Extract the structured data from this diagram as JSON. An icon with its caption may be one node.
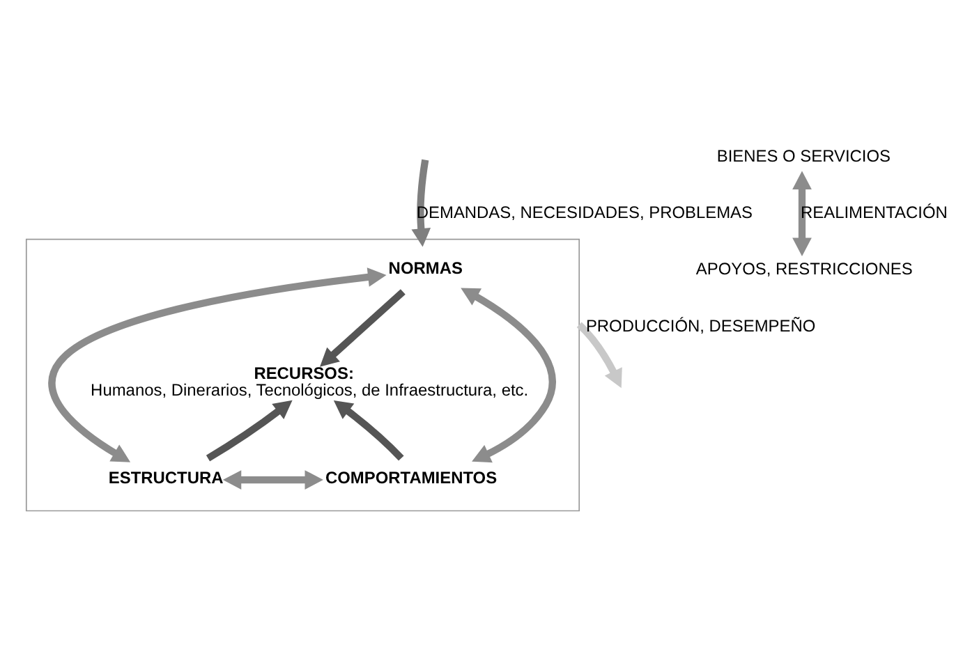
{
  "diagram": {
    "nodes": [
      {
        "text": [],
        "shape": "triangle"
      },
      {
        "text": [
          "NORMAS"
        ],
        "in": 0
      },
      {
        "text": [
          "RECURSOS:",
          "Humanos, Dinerarios, Tecnológicos, de Infraestructura, etc."
        ],
        "in": 0
      },
      {
        "text": [
          "ESTRUCTURA"
        ],
        "in": 0
      },
      {
        "text": [
          "COMPORTAMIENTOS"
        ],
        "in": 0
      },
      {
        "text": [
          "APOYOS, RESTRICCIONES"
        ]
      },
      {
        "text": [
          "BIENES O SERVICIOS"
        ]
      }
    ],
    "edges": [
      {
        "from": null,
        "to": 0,
        "arrow": "to",
        "label": "DEMANDAS, NECESIDADES, PROBLEMAS",
        "color": "#7f7f7f"
      },
      {
        "from": 0,
        "to": null,
        "arrow": "to",
        "label": "PRODUCCIÓN, DESEMPEÑO",
        "color": "#c8c8c8"
      },
      {
        "from": 1,
        "to": 2,
        "arrow": "to",
        "color": "#555555"
      },
      {
        "from": 1,
        "to": 3,
        "arrow": "both",
        "color": "#8c8c8c"
      },
      {
        "from": 1,
        "to": 4,
        "arrow": "both",
        "color": "#8c8c8c"
      },
      {
        "from": 3,
        "to": 2,
        "arrow": "to",
        "color": "#555555"
      },
      {
        "from": 4,
        "to": 2,
        "arrow": "to",
        "color": "#555555"
      },
      {
        "from": 3,
        "to": 4,
        "arrow": "both",
        "color": "#8c8c8c"
      },
      {
        "from": 6,
        "to": 5,
        "arrow": "both",
        "label": "REALIMENTACIÓN",
        "color": "#8c8c8c"
      }
    ]
  }
}
